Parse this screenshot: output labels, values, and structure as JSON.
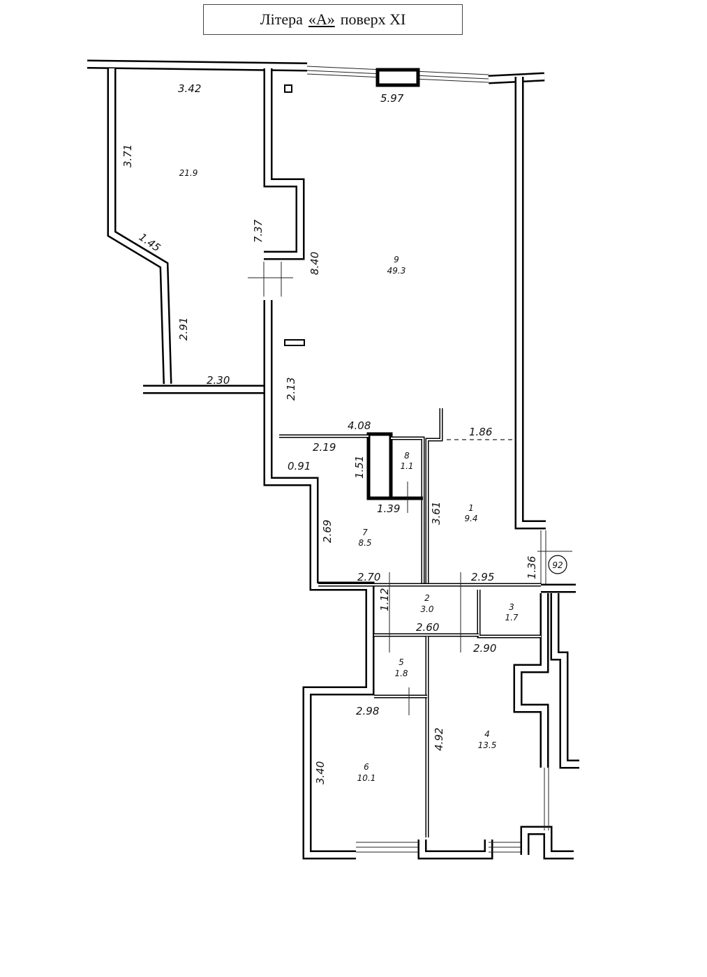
{
  "header": {
    "title_prefix": "Літера",
    "title_letter": "«А»",
    "title_suffix": "поверх XI"
  },
  "rooms": [
    {
      "number": "",
      "area": "21.9"
    },
    {
      "number": "9",
      "area": "49.3"
    },
    {
      "number": "8",
      "area": "1.1"
    },
    {
      "number": "1",
      "area": "9.4"
    },
    {
      "number": "7",
      "area": "8.5"
    },
    {
      "number": "2",
      "area": "3.0"
    },
    {
      "number": "3",
      "area": "1.7"
    },
    {
      "number": "5",
      "area": "1.8"
    },
    {
      "number": "4",
      "area": "13.5"
    },
    {
      "number": "6",
      "area": "10.1"
    }
  ],
  "dimensions": [
    "3.42",
    "5.97",
    "3.71",
    "1.45",
    "2.91",
    "7.37",
    "8.40",
    "2.30",
    "2.13",
    "4.08",
    "1.86",
    "2.19",
    "0.91",
    "1.51",
    "1.39",
    "3.61",
    "2.69",
    "2.70",
    "2.95",
    "1.36",
    "1.12",
    "2.60",
    "2.90",
    "2.98",
    "4.92",
    "3.40"
  ],
  "marker": "92"
}
